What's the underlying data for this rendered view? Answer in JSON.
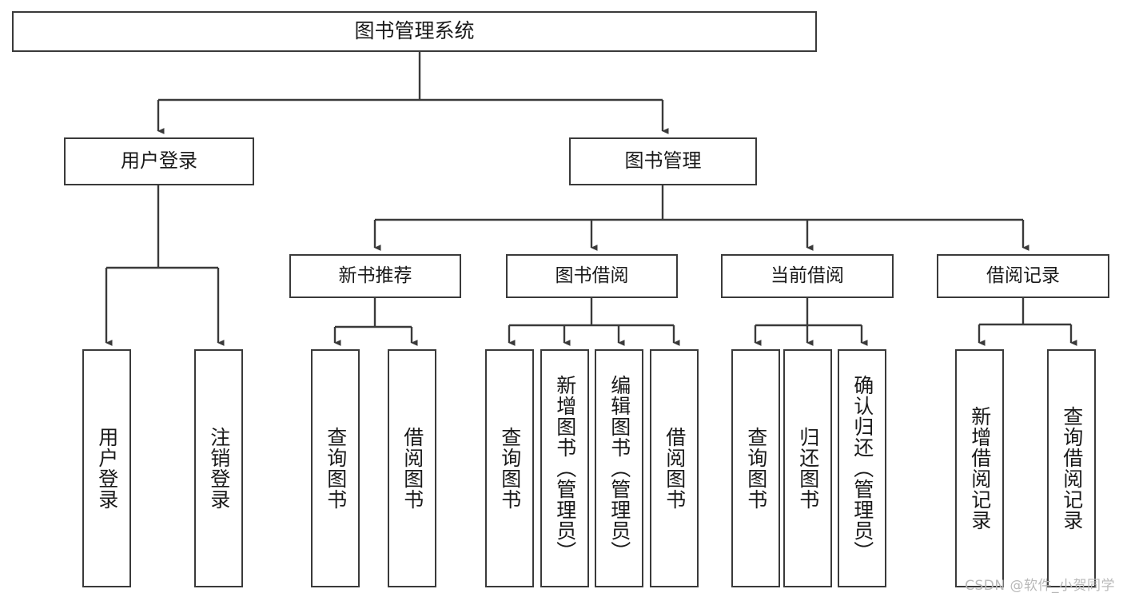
{
  "diagram": {
    "title": "图书管理系统",
    "type": "tree-hierarchy-diagram",
    "colors": {
      "stroke": "#3a3a3a",
      "fill": "#ffffff",
      "text": "#1a1a1a",
      "watermark": "#b9b9b9"
    },
    "watermark": "CSDN @软件_小贺同学",
    "root": {
      "label": "图书管理系统"
    },
    "level2": [
      {
        "label": "用户登录"
      },
      {
        "label": "图书管理"
      }
    ],
    "level3": [
      {
        "label": "新书推荐"
      },
      {
        "label": "图书借阅"
      },
      {
        "label": "当前借阅"
      },
      {
        "label": "借阅记录"
      }
    ],
    "leaves": {
      "user_login": [
        {
          "label": "用户登录"
        },
        {
          "label": "注销登录"
        }
      ],
      "new_book_recommend": [
        {
          "label": "查询图书"
        },
        {
          "label": "借阅图书"
        }
      ],
      "book_borrow": [
        {
          "label": "查询图书"
        },
        {
          "label": "新增图书（管理员）"
        },
        {
          "label": "编辑图书（管理员）"
        },
        {
          "label": "借阅图书"
        }
      ],
      "current_borrow": [
        {
          "label": "查询图书"
        },
        {
          "label": "归还图书"
        },
        {
          "label": "确认归还（管理员）"
        }
      ],
      "borrow_records": [
        {
          "label": "新增借阅记录"
        },
        {
          "label": "查询借阅记录"
        }
      ]
    }
  }
}
